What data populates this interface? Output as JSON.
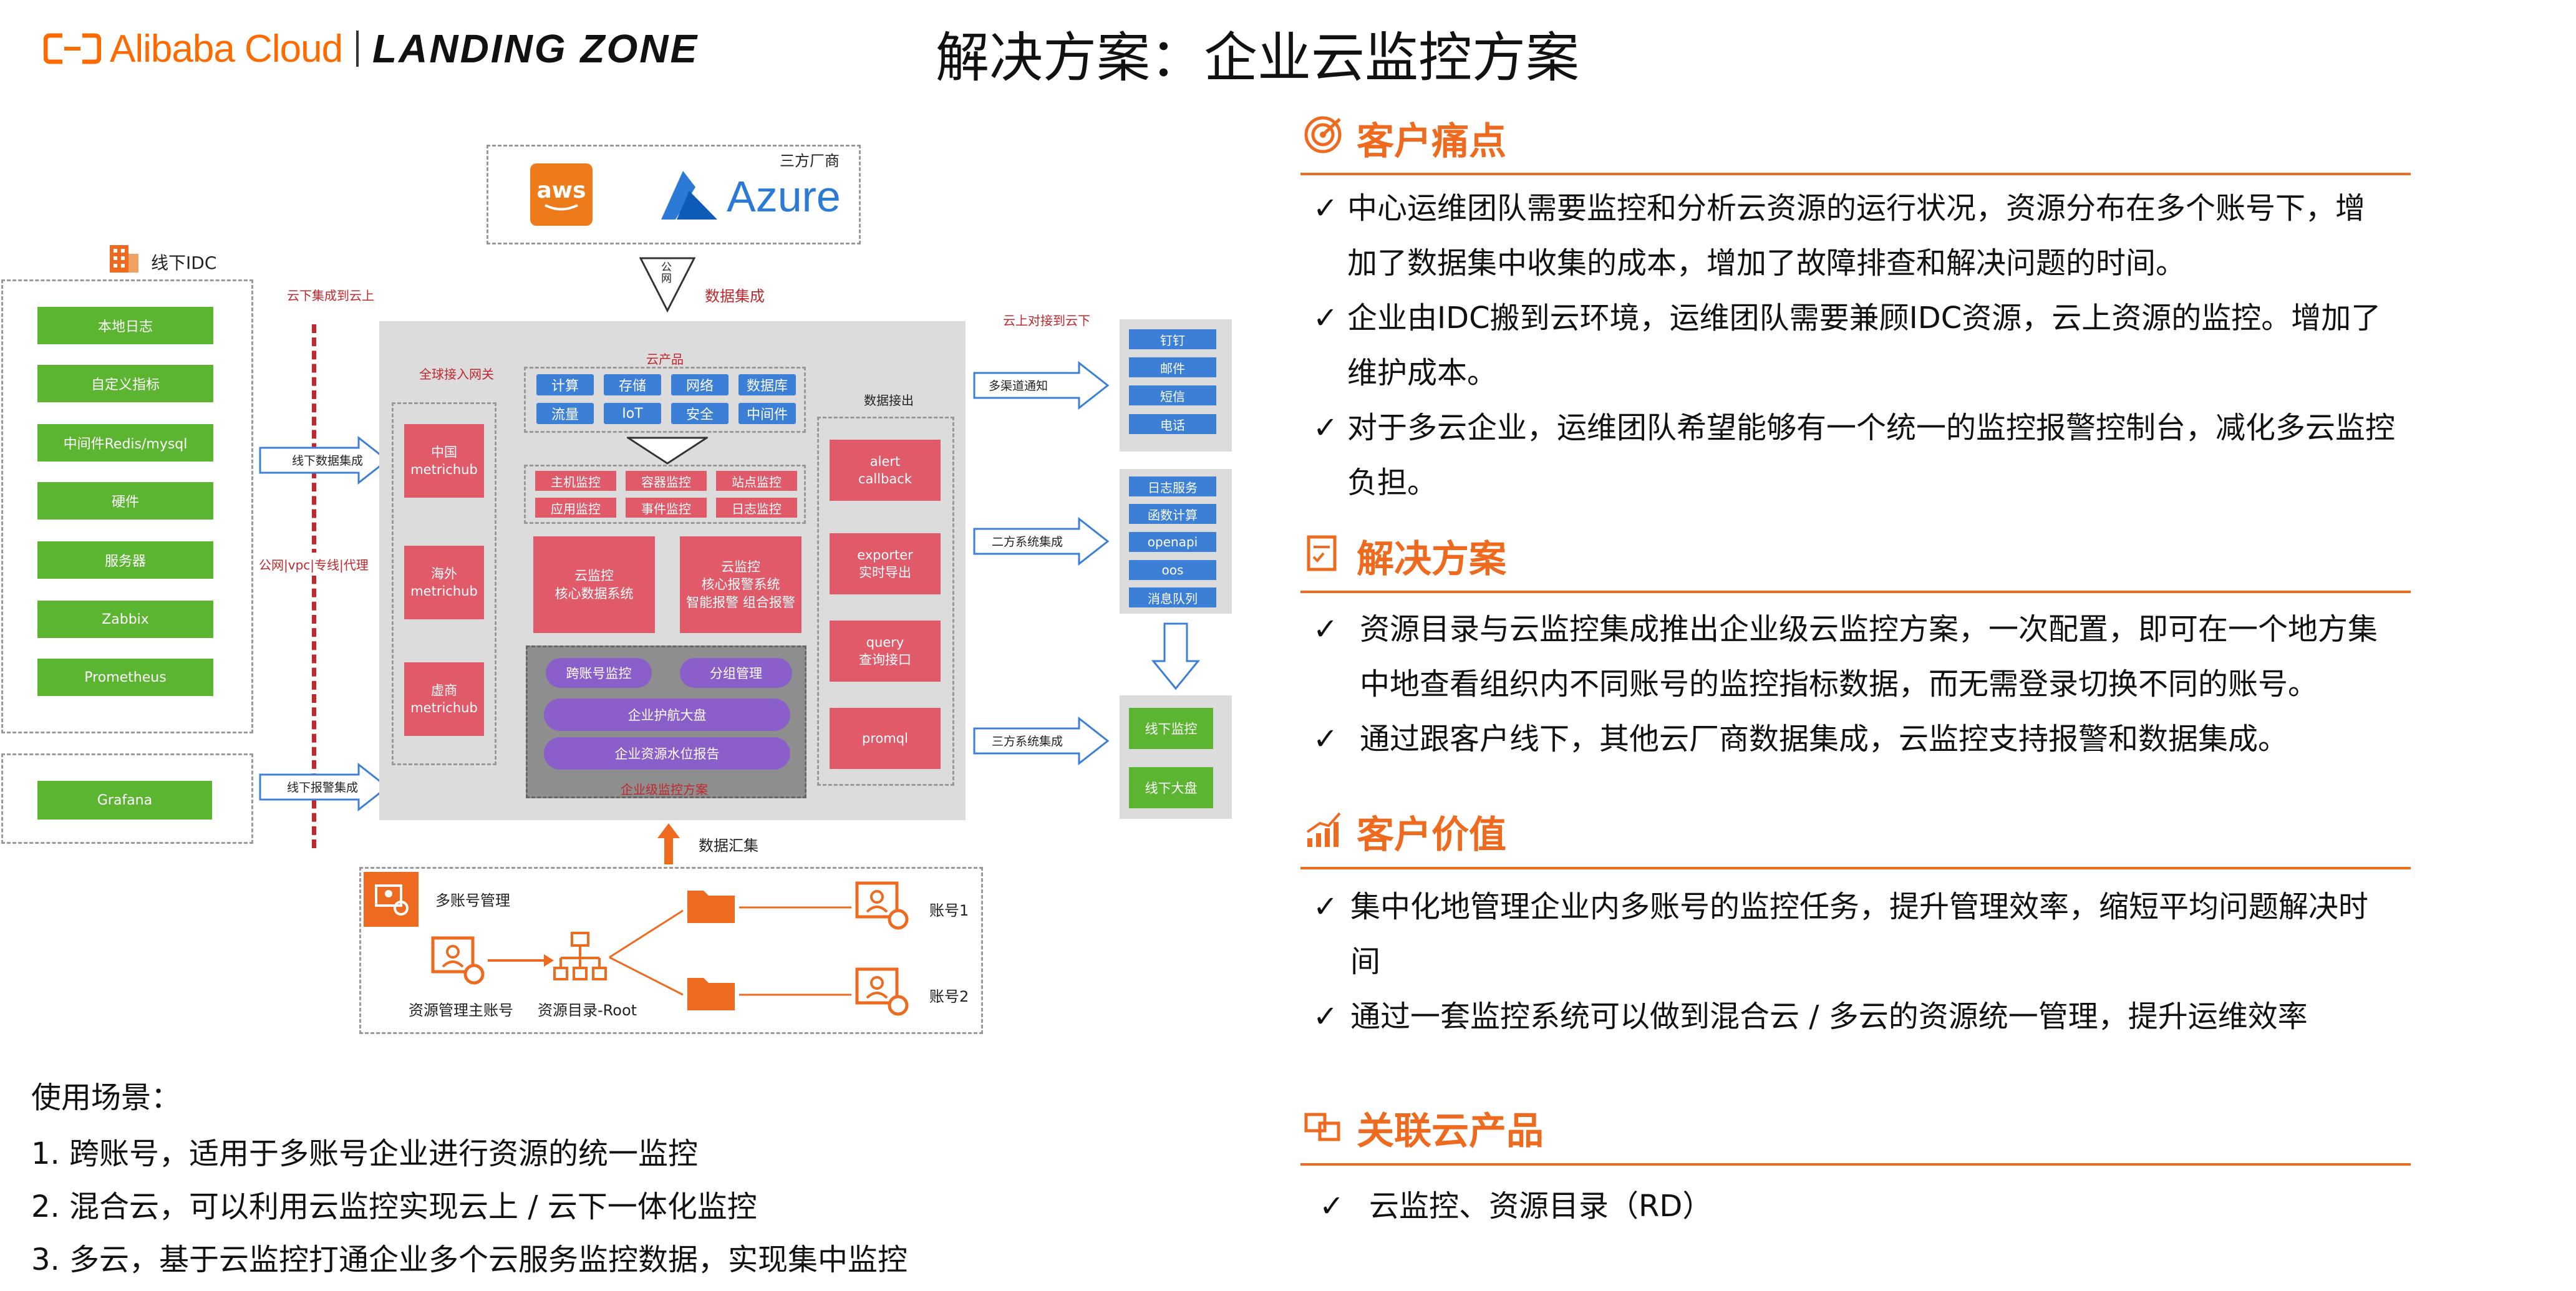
{
  "header": {
    "brand": "Alibaba Cloud",
    "landing_zone": "LANDING ZONE",
    "title": "解决方案：企业云监控方案"
  },
  "diagram": {
    "third_party_label": "三方厂商",
    "aws_label": "aws",
    "azure_label": "Azure",
    "gongwang": "公网",
    "data_integration": "数据集成",
    "offline_idc": "线下IDC",
    "idc_items": [
      "本地日志",
      "自定义指标",
      "中间件Redis/mysql",
      "硬件",
      "服务器",
      "Zabbix",
      "Prometheus"
    ],
    "grafana": "Grafana",
    "cloud_down_to_up": "云下集成到云上",
    "proxy": "公网|vpc|专线|代理",
    "offline_data_integration": "线下数据集成",
    "offline_alarm_integration": "线下报警集成",
    "global_gateway": "全球接入网关",
    "cloud_product": "云产品",
    "cloud_product_chips": [
      "计算",
      "存储",
      "网络",
      "数据库",
      "流量",
      "IoT",
      "安全",
      "中间件"
    ],
    "monitor_chips": [
      "主机监控",
      "容器监控",
      "站点监控",
      "应用监控",
      "事件监控",
      "日志监控"
    ],
    "metrichubs": [
      "中国\nmetrichub",
      "海外\nmetrichub",
      "虚商\nmetrichub"
    ],
    "core_data": "云监控\n核心数据系统",
    "core_alarm": "云监控\n核心报警系统\n智能报警 组合报警",
    "cross_account": "跨账号监控",
    "group_mgmt": "分组管理",
    "enterprise_dashboard": "企业护航大盘",
    "resource_water": "企业资源水位报告",
    "enterprise_solution": "企业级监控方案",
    "data_output": "数据接出",
    "output_boxes": [
      "alert\ncallback",
      "exporter\n实时导出",
      "query\n查询接口",
      "promql"
    ],
    "cloud_up_to_down": "云上对接到云下",
    "multi_channel": "多渠道通知",
    "second_party": "二方系统集成",
    "third_party_sys": "三方系统集成",
    "notify_items": [
      "钉钉",
      "邮件",
      "短信",
      "电话"
    ],
    "second_items": [
      "日志服务",
      "函数计算",
      "openapi",
      "oos",
      "消息队列"
    ],
    "offline_items": [
      "线下监控",
      "线下大盘"
    ],
    "data_collect": "数据汇集",
    "multi_account_mgmt": "多账号管理",
    "main_account": "资源管理主账号",
    "resource_root": "资源目录-Root",
    "account1": "账号1",
    "account2": "账号2"
  },
  "scenarios": {
    "title": "使用场景：",
    "items": [
      "1.  跨账号，适用于多账号企业进行资源的统一监控",
      "2.  混合云，可以利用云监控实现云上 / 云下一体化监控",
      "3.  多云，基于云监控打通企业多个云服务监控数据，实现集中监控"
    ]
  },
  "panel": {
    "pain": {
      "title": "客户痛点",
      "lines": [
        "中心运维团队需要监控和分析云资源的运行状况，资源分布在多个账号下，增",
        "加了数据集中收集的成本，增加了故障排查和解决问题的时间。",
        "企业由IDC搬到云环境，运维团队需要兼顾IDC资源，云上资源的监控。增加了",
        "维护成本。",
        "对于多云企业，运维团队希望能够有一个统一的监控报警控制台，减化多云监控",
        "负担。"
      ]
    },
    "solution": {
      "title": "解决方案",
      "lines": [
        "资源目录与云监控集成推出企业级云监控方案，一次配置，即可在一个地方集",
        "中地查看组织内不同账号的监控指标数据，而无需登录切换不同的账号。",
        "通过跟客户线下，其他云厂商数据集成，云监控支持报警和数据集成。"
      ]
    },
    "value": {
      "title": "客户价值",
      "lines": [
        "集中化地管理企业内多账号的监控任务，提升管理效率，缩短平均问题解决时",
        "间",
        "通过一套监控系统可以做到混合云 / 多云的资源统一管理，提升运维效率"
      ]
    },
    "related": {
      "title": "关联云产品",
      "line": "云监控、资源目录（RD）"
    },
    "check": "✓"
  },
  "colors": {
    "orange": "#ee6a1e",
    "green": "#5cb531",
    "blue": "#3c7fd6",
    "red": "#e05a6a",
    "purple": "#8b5fc9"
  }
}
